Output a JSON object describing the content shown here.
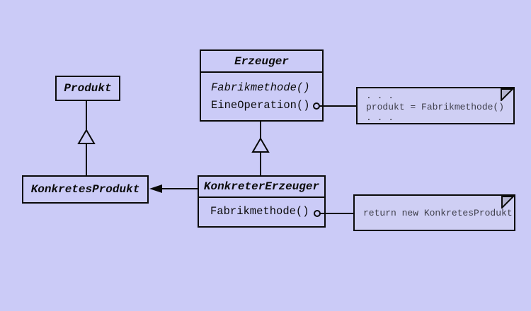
{
  "colors": {
    "background": "#cbcbf7",
    "line": "#0a0a0a",
    "note_fill": "#cfcff4",
    "note_text": "#3e3e4a",
    "fold_fill": "#b4b4cf"
  },
  "classes": {
    "produkt": {
      "name": "Produkt",
      "abstract": true
    },
    "erzeuger": {
      "name": "Erzeuger",
      "abstract": true,
      "methods": [
        {
          "label": "Fabrikmethode()",
          "abstract": true
        },
        {
          "label": "EineOperation()",
          "abstract": false
        }
      ]
    },
    "konkretes_produkt": {
      "name": "KonkretesProdukt"
    },
    "konkreter_erzeuger": {
      "name": "KonkreterErzeuger",
      "methods": [
        {
          "label": "Fabrikmethode()",
          "abstract": false
        }
      ]
    }
  },
  "notes": {
    "eine_operation_code": {
      "attached_to": "Erzeuger.EineOperation()",
      "lines": [
        ". . .",
        "produkt = Fabrikmethode()",
        ". . ."
      ]
    },
    "fabrikmethode_code": {
      "attached_to": "KonkreterErzeuger.Fabrikmethode()",
      "lines": [
        "return new KonkretesProdukt"
      ]
    }
  },
  "relations": [
    {
      "type": "generalization",
      "from": "KonkretesProdukt",
      "to": "Produkt"
    },
    {
      "type": "generalization",
      "from": "KonkreterErzeuger",
      "to": "Erzeuger"
    },
    {
      "type": "dependency",
      "from": "KonkreterErzeuger",
      "to": "KonkretesProdukt"
    }
  ]
}
